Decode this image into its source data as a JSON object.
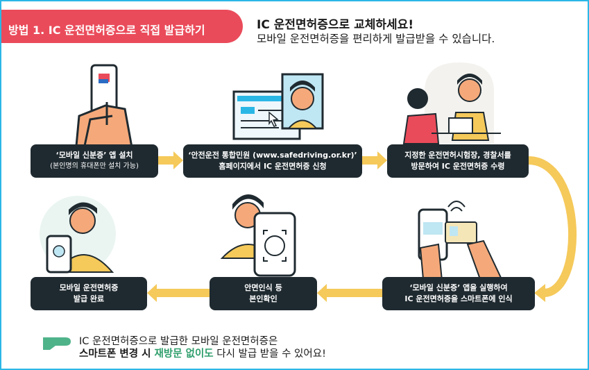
{
  "banner": {
    "label": "방법 1. IC 운전면허증으로 직접 발급하기"
  },
  "header": {
    "headline": "IC 운전면허증으로 교체하세요!",
    "subline": "모바일 운전면허증을 편리하게 발급받을 수 있습니다."
  },
  "steps": [
    {
      "line1": "‘모바일 신분증’ 앱 설치",
      "line2": "(본인명의 휴대폰만 설치 가능)"
    },
    {
      "line1": "‘안전운전 통합민원 (www.safedriving.or.kr)’",
      "line2": "홈페이지에서 IC 운전면허증 신청"
    },
    {
      "line1": "지정한 운전면허시험장, 경찰서를",
      "line2": "방문하여 IC 운전면허증 수령"
    },
    {
      "line1": "‘모바일 신분증’ 앱을 실행하여",
      "line2": "IC 운전면허증을 스마트폰에 인식"
    },
    {
      "line1": "안면인식 등",
      "line2": "본인확인"
    },
    {
      "line1": "모바일 운전면허증",
      "line2": "발급 완료"
    }
  ],
  "footer": {
    "line1": "IC 운전면허증으로 발급한 모바일 운전면허증은",
    "line2_bold": "스마트폰 변경 시 ",
    "line2_highlight": "재방문 없이도",
    "line2_rest": " 다시 발급 받을 수 있어요!"
  },
  "colors": {
    "frame": "#2bb7e6",
    "banner": "#ea4b5a",
    "step_box": "#1f2a30",
    "arrow": "#f5c95a",
    "highlight": "#2e9e6b"
  }
}
